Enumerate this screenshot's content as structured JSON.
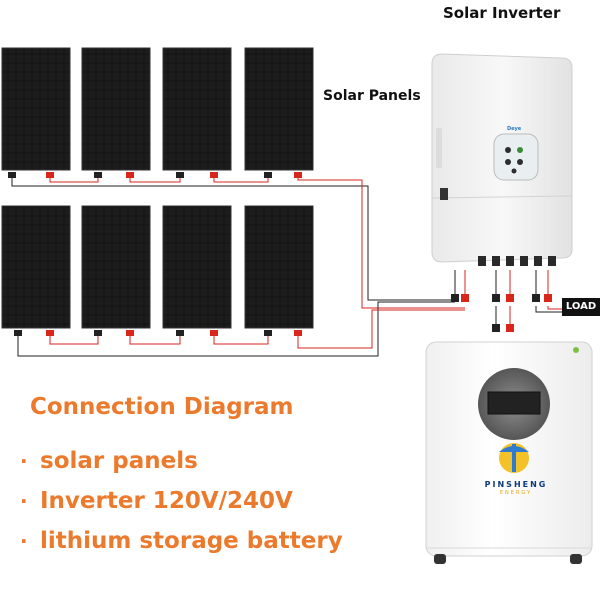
{
  "labels": {
    "solar_inverter": "Solar Inverter",
    "solar_panels": "Solar Panels",
    "load": "LOAD"
  },
  "heading": "Connection Diagram",
  "bullets": [
    {
      "dot": "·",
      "text": "solar panels"
    },
    {
      "dot": "·",
      "text": "Inverter 120V/240V"
    },
    {
      "dot": "·",
      "text": "lithium storage battery"
    }
  ],
  "battery": {
    "brand": "PINSHENG",
    "brand_sub": "ENERGY"
  },
  "inverter": {
    "logo": "Deye"
  },
  "colors": {
    "accent": "#ec7a2c",
    "panel": "#141414",
    "wire_black": "#222222",
    "wire_red": "#d9261c",
    "device_body": "#f4f4f4"
  },
  "icons": [
    "solar-panel-icon",
    "inverter-icon",
    "battery-icon",
    "connector-icon",
    "brand-logo-icon"
  ]
}
